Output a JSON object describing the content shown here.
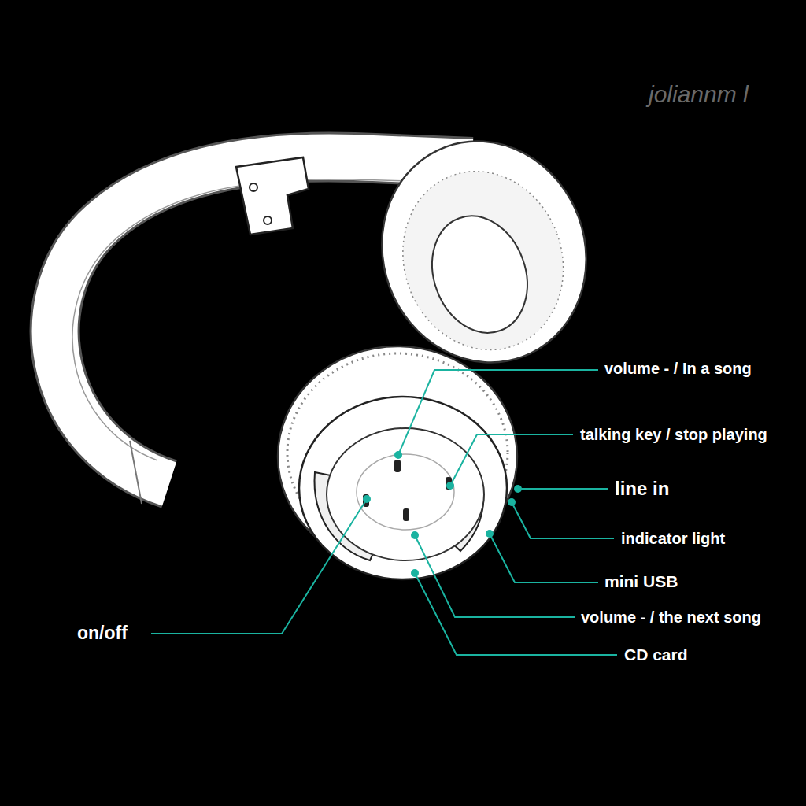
{
  "diagram": {
    "labels": [
      "joliannm l",
      "volume - / In a song",
      "talking key / stop playing",
      "line in",
      "indicator light",
      "mini USB",
      "volume - / the next song",
      "CD card",
      "on/off"
    ]
  }
}
